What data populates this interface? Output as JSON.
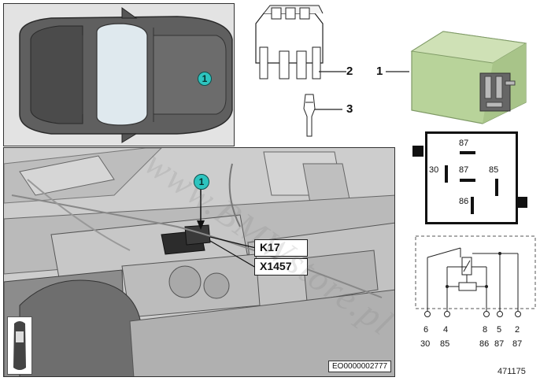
{
  "callouts": {
    "overview": "1",
    "detail": "1"
  },
  "parts": {
    "relay": "1",
    "socket": "2",
    "terminal": "3"
  },
  "connectors": {
    "k17": "K17",
    "x1457": "X1457"
  },
  "relay_pins": {
    "top": "87",
    "left": "30",
    "center": "87",
    "right": "85",
    "bottom": "86"
  },
  "circuit": {
    "terminals": [
      "6",
      "4",
      "8",
      "5",
      "2"
    ],
    "functions": [
      "30",
      "85",
      "86",
      "87",
      "87"
    ]
  },
  "footer": {
    "diagram_code": "EO0000002777",
    "image_number": "471175"
  },
  "watermark": "www.BMWstore.pl",
  "colors": {
    "callout": "#2ec4bf",
    "relay_body": "#b8d39a",
    "panel_bg": "#d9d9d9"
  }
}
